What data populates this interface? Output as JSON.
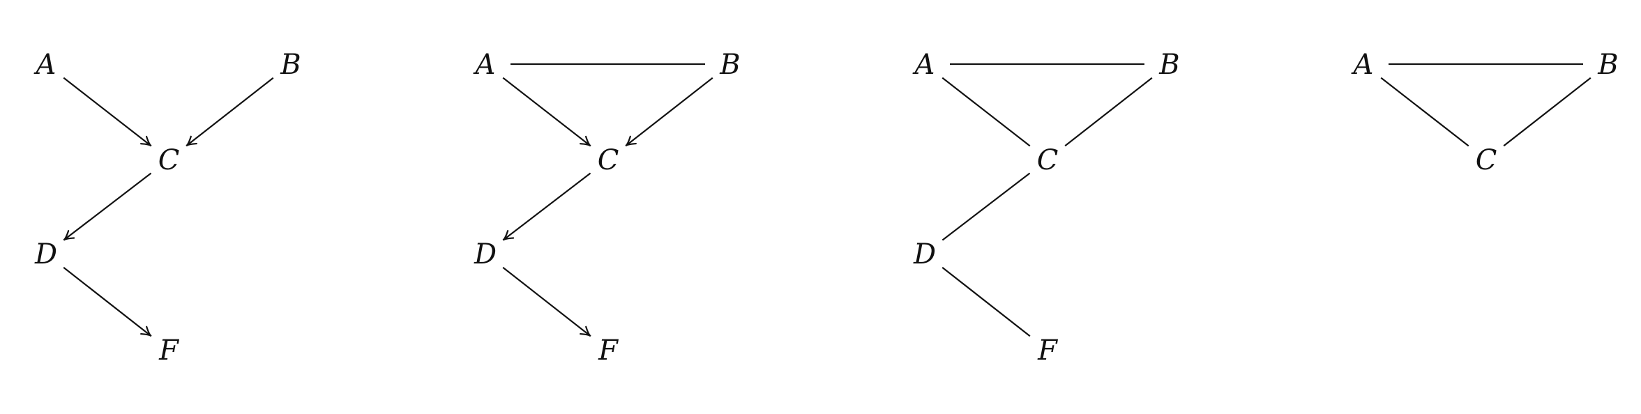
{
  "graphs": [
    {
      "nodes": [
        {
          "id": "A",
          "label": "A"
        },
        {
          "id": "B",
          "label": "B"
        },
        {
          "id": "C",
          "label": "C"
        },
        {
          "id": "D",
          "label": "D"
        },
        {
          "id": "F",
          "label": "F"
        }
      ],
      "edges": [
        {
          "from": "A",
          "to": "C",
          "directed": true
        },
        {
          "from": "B",
          "to": "C",
          "directed": true
        },
        {
          "from": "C",
          "to": "D",
          "directed": true
        },
        {
          "from": "D",
          "to": "F",
          "directed": true
        }
      ]
    },
    {
      "nodes": [
        {
          "id": "A",
          "label": "A"
        },
        {
          "id": "B",
          "label": "B"
        },
        {
          "id": "C",
          "label": "C"
        },
        {
          "id": "D",
          "label": "D"
        },
        {
          "id": "F",
          "label": "F"
        }
      ],
      "edges": [
        {
          "from": "A",
          "to": "B",
          "directed": false
        },
        {
          "from": "A",
          "to": "C",
          "directed": true
        },
        {
          "from": "B",
          "to": "C",
          "directed": true
        },
        {
          "from": "C",
          "to": "D",
          "directed": true
        },
        {
          "from": "D",
          "to": "F",
          "directed": true
        }
      ]
    },
    {
      "nodes": [
        {
          "id": "A",
          "label": "A"
        },
        {
          "id": "B",
          "label": "B"
        },
        {
          "id": "C",
          "label": "C"
        },
        {
          "id": "D",
          "label": "D"
        },
        {
          "id": "F",
          "label": "F"
        }
      ],
      "edges": [
        {
          "from": "A",
          "to": "B",
          "directed": false
        },
        {
          "from": "A",
          "to": "C",
          "directed": false
        },
        {
          "from": "B",
          "to": "C",
          "directed": false
        },
        {
          "from": "C",
          "to": "D",
          "directed": false
        },
        {
          "from": "D",
          "to": "F",
          "directed": false
        }
      ]
    },
    {
      "nodes": [
        {
          "id": "A",
          "label": "A"
        },
        {
          "id": "B",
          "label": "B"
        },
        {
          "id": "C",
          "label": "C"
        }
      ],
      "edges": [
        {
          "from": "A",
          "to": "B",
          "directed": false
        },
        {
          "from": "A",
          "to": "C",
          "directed": false
        },
        {
          "from": "B",
          "to": "C",
          "directed": false
        }
      ]
    }
  ]
}
